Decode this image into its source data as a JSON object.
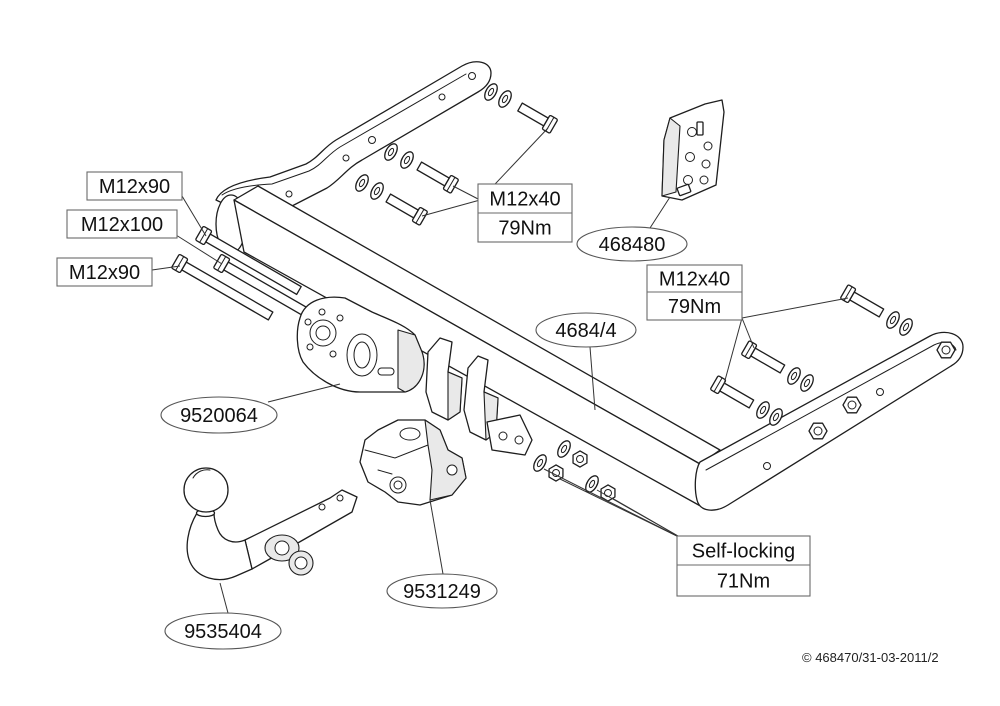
{
  "callouts": {
    "bolt_a": "M12x90",
    "bolt_b": "M12x100",
    "bolt_c": "M12x90",
    "top_bolts": {
      "size": "M12x40",
      "torque": "79Nm"
    },
    "right_bolts": {
      "size": "M12x40",
      "torque": "79Nm"
    },
    "nuts": {
      "type": "Self-locking",
      "torque": "71Nm"
    }
  },
  "part_numbers": {
    "bracket_kit": "468480",
    "crossbar": "4684/4",
    "mounting_plate": "9520064",
    "socket_holder": "9531249",
    "ball_neck": "9535404"
  },
  "footer": {
    "copyright": "© 468470/31-03-2011/2"
  },
  "colors": {
    "line": "#1e1e1e",
    "label_border": "#6a6a6a",
    "background": "#ffffff"
  }
}
